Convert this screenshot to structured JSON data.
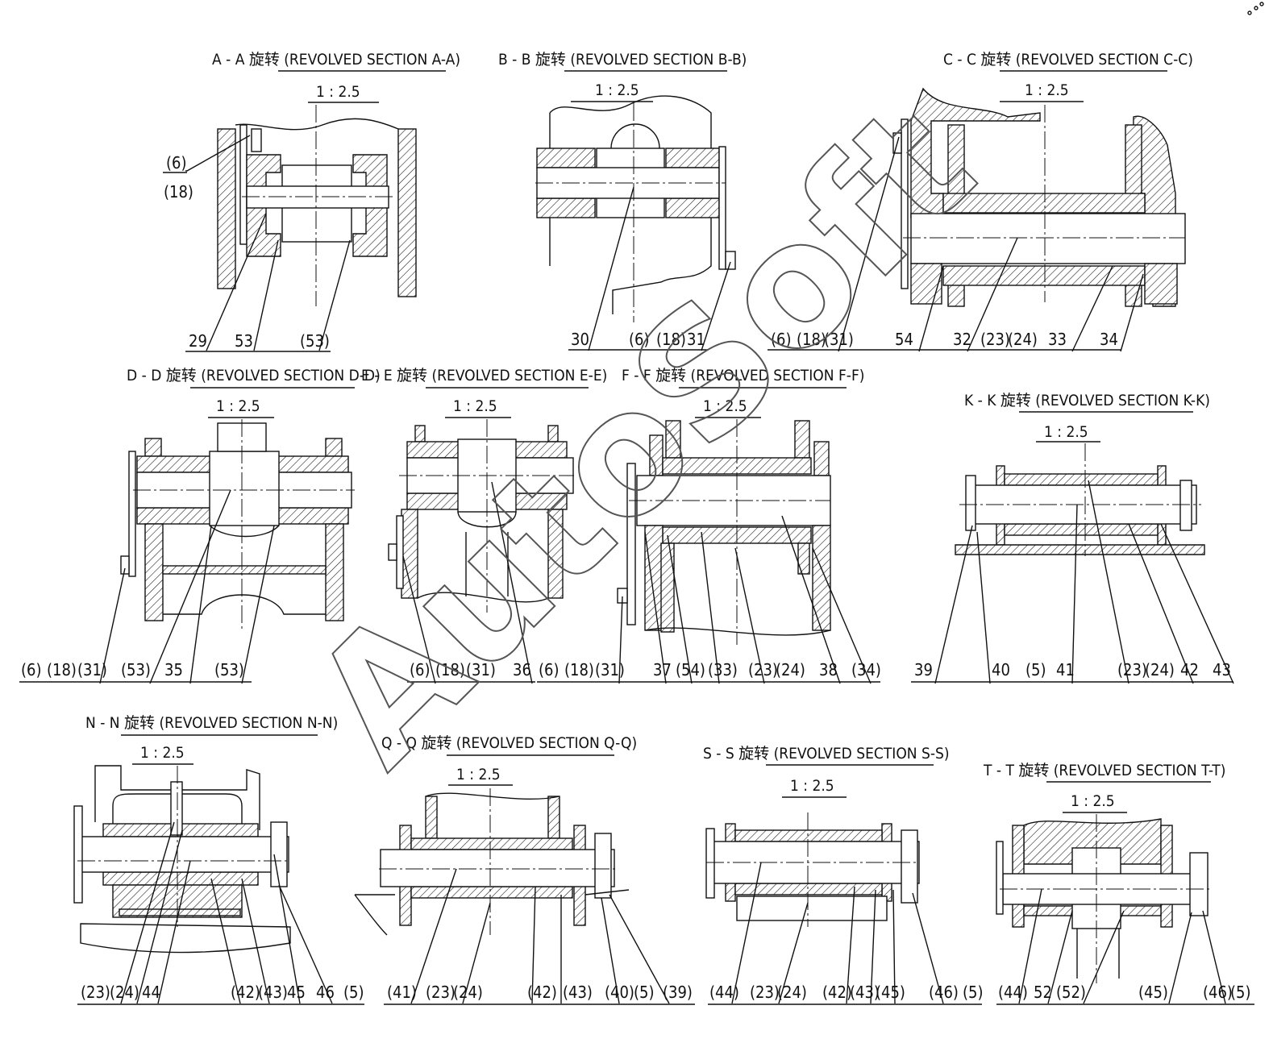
{
  "watermark": "AutoSoft",
  "sections": [
    {
      "id": "AA",
      "title": "A - A 旋转 (REVOLVED SECTION A-A)",
      "scale": "1 : 2.5",
      "callouts": [
        "(6)",
        "(18)",
        "29",
        "53",
        "(53)"
      ]
    },
    {
      "id": "BB",
      "title": "B - B 旋转 (REVOLVED SECTION B-B)",
      "scale": "1 : 2.5",
      "callouts": [
        "30",
        "(6)",
        "(18)",
        "31"
      ]
    },
    {
      "id": "CC",
      "title": "C - C 旋转 (REVOLVED SECTION C-C)",
      "scale": "1 : 2.5",
      "callouts": [
        "(6)",
        "(18)",
        "(31)",
        "54",
        "32",
        "(23)",
        "(24)",
        "33",
        "34"
      ]
    },
    {
      "id": "DD",
      "title": "D - D 旋转 (REVOLVED SECTION D-D)",
      "scale": "1 : 2.5",
      "callouts": [
        "(6)",
        "(18)",
        "(31)",
        "(53)",
        "35",
        "(53)"
      ]
    },
    {
      "id": "EE",
      "title": "E - E 旋转 (REVOLVED SECTION E-E)",
      "scale": "1 : 2.5",
      "callouts": [
        "(6)",
        "(18)",
        "(31)",
        "36"
      ]
    },
    {
      "id": "FF",
      "title": "F - F 旋转 (REVOLVED SECTION F-F)",
      "scale": "1 : 2.5",
      "callouts": [
        "(6)",
        "(18)",
        "(31)",
        "37",
        "(54)",
        "(33)",
        "(23)",
        "(24)",
        "38",
        "(34)"
      ]
    },
    {
      "id": "KK",
      "title": "K - K 旋转 (REVOLVED SECTION K-K)",
      "scale": "1 : 2.5",
      "callouts": [
        "39",
        "40",
        "(5)",
        "41",
        "(23)",
        "(24)",
        "42",
        "43"
      ]
    },
    {
      "id": "NN",
      "title": "N - N 旋转 (REVOLVED SECTION N-N)",
      "scale": "1 : 2.5",
      "callouts": [
        "(23)",
        "(24)",
        "44",
        "(42)",
        "(43)",
        "45",
        "46",
        "(5)"
      ]
    },
    {
      "id": "QQ",
      "title": "Q - Q 旋转 (REVOLVED SECTION Q-Q)",
      "scale": "1 : 2.5",
      "callouts": [
        "(41)",
        "(23)",
        "(24)",
        "(42)",
        "(43)",
        "(40)",
        "(5)",
        "(39)"
      ]
    },
    {
      "id": "SS",
      "title": "S - S 旋转 (REVOLVED SECTION S-S)",
      "scale": "1 : 2.5",
      "callouts": [
        "(44)",
        "(23)",
        "(24)",
        "(42)",
        "(43)",
        "(45)",
        "(46)",
        "(5)"
      ]
    },
    {
      "id": "TT",
      "title": "T - T 旋转 (REVOLVED SECTION T-T)",
      "scale": "1 : 2.5",
      "callouts": [
        "(44)",
        "52",
        "(52)",
        "(45)",
        "(46)",
        "(5)"
      ]
    }
  ]
}
